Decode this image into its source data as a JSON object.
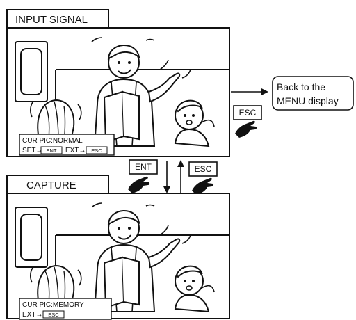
{
  "top_screen": {
    "title": "INPUT SIGNAL",
    "status_line1": "CUR PIC:NORMAL",
    "status_set": "SET→",
    "status_set_key": "ENT",
    "status_ext": "EXT→",
    "status_ext_key": "ESC"
  },
  "bottom_screen": {
    "title": "CAPTURE",
    "status_line1": "CUR PIC:MEMORY",
    "status_ext": "EXT→",
    "status_ext_key": "ESC"
  },
  "keys": {
    "ent": "ENT",
    "esc_down": "ESC",
    "esc_right": "ESC"
  },
  "callout": {
    "line1": "Back to the",
    "line2": "MENU display"
  }
}
